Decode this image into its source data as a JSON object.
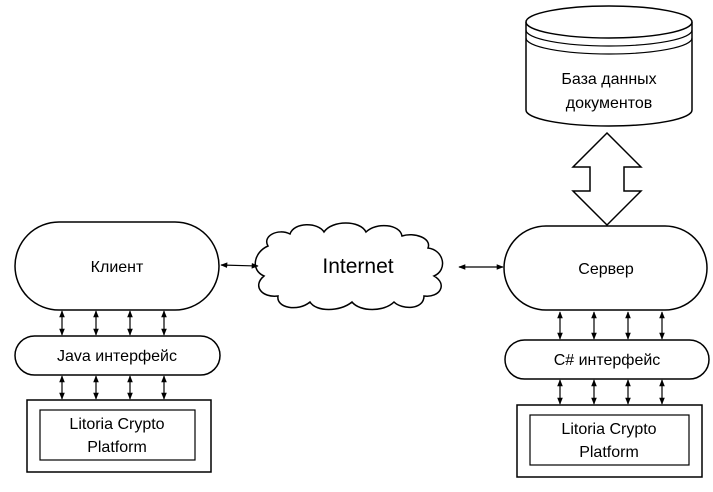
{
  "nodes": {
    "database": {
      "line1": "База данных",
      "line2": "документов"
    },
    "client": {
      "label": "Клиент"
    },
    "internet": {
      "label": "Internet"
    },
    "server": {
      "label": "Сервер"
    },
    "java_interface": {
      "label": "Java интерфейс"
    },
    "csharp_interface": {
      "label": "C# интерфейс"
    },
    "client_platform": {
      "line1": "Litoria Crypto",
      "line2": "Platform"
    },
    "server_platform": {
      "line1": "Litoria Crypto",
      "line2": "Platform"
    }
  },
  "colors": {
    "stroke": "#000000",
    "fill": "#ffffff"
  }
}
